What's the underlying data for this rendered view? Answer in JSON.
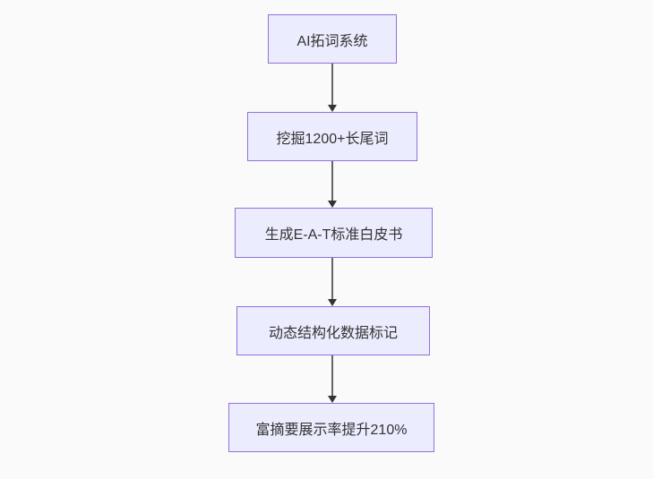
{
  "page": {
    "background_color": "#fafafa"
  },
  "diagram": {
    "type": "flowchart",
    "direction": "top-down",
    "nodes": [
      {
        "id": "A",
        "label": "AI拓词系统"
      },
      {
        "id": "B",
        "label": "挖掘1200+长尾词"
      },
      {
        "id": "C",
        "label": "生成E-A-T标准白皮书"
      },
      {
        "id": "D",
        "label": "动态结构化数据标记"
      },
      {
        "id": "E",
        "label": "富摘要展示率提升210%"
      }
    ],
    "edges": [
      {
        "from": "A",
        "to": "B",
        "arrow": "down"
      },
      {
        "from": "B",
        "to": "C",
        "arrow": "down"
      },
      {
        "from": "C",
        "to": "D",
        "arrow": "down"
      },
      {
        "from": "D",
        "to": "E",
        "arrow": "down"
      }
    ],
    "colors": {
      "node_fill": "#ececff",
      "node_border": "#9370db",
      "node_text": "#333333",
      "edge_line": "#666666",
      "edge_arrowhead": "#333333"
    }
  }
}
